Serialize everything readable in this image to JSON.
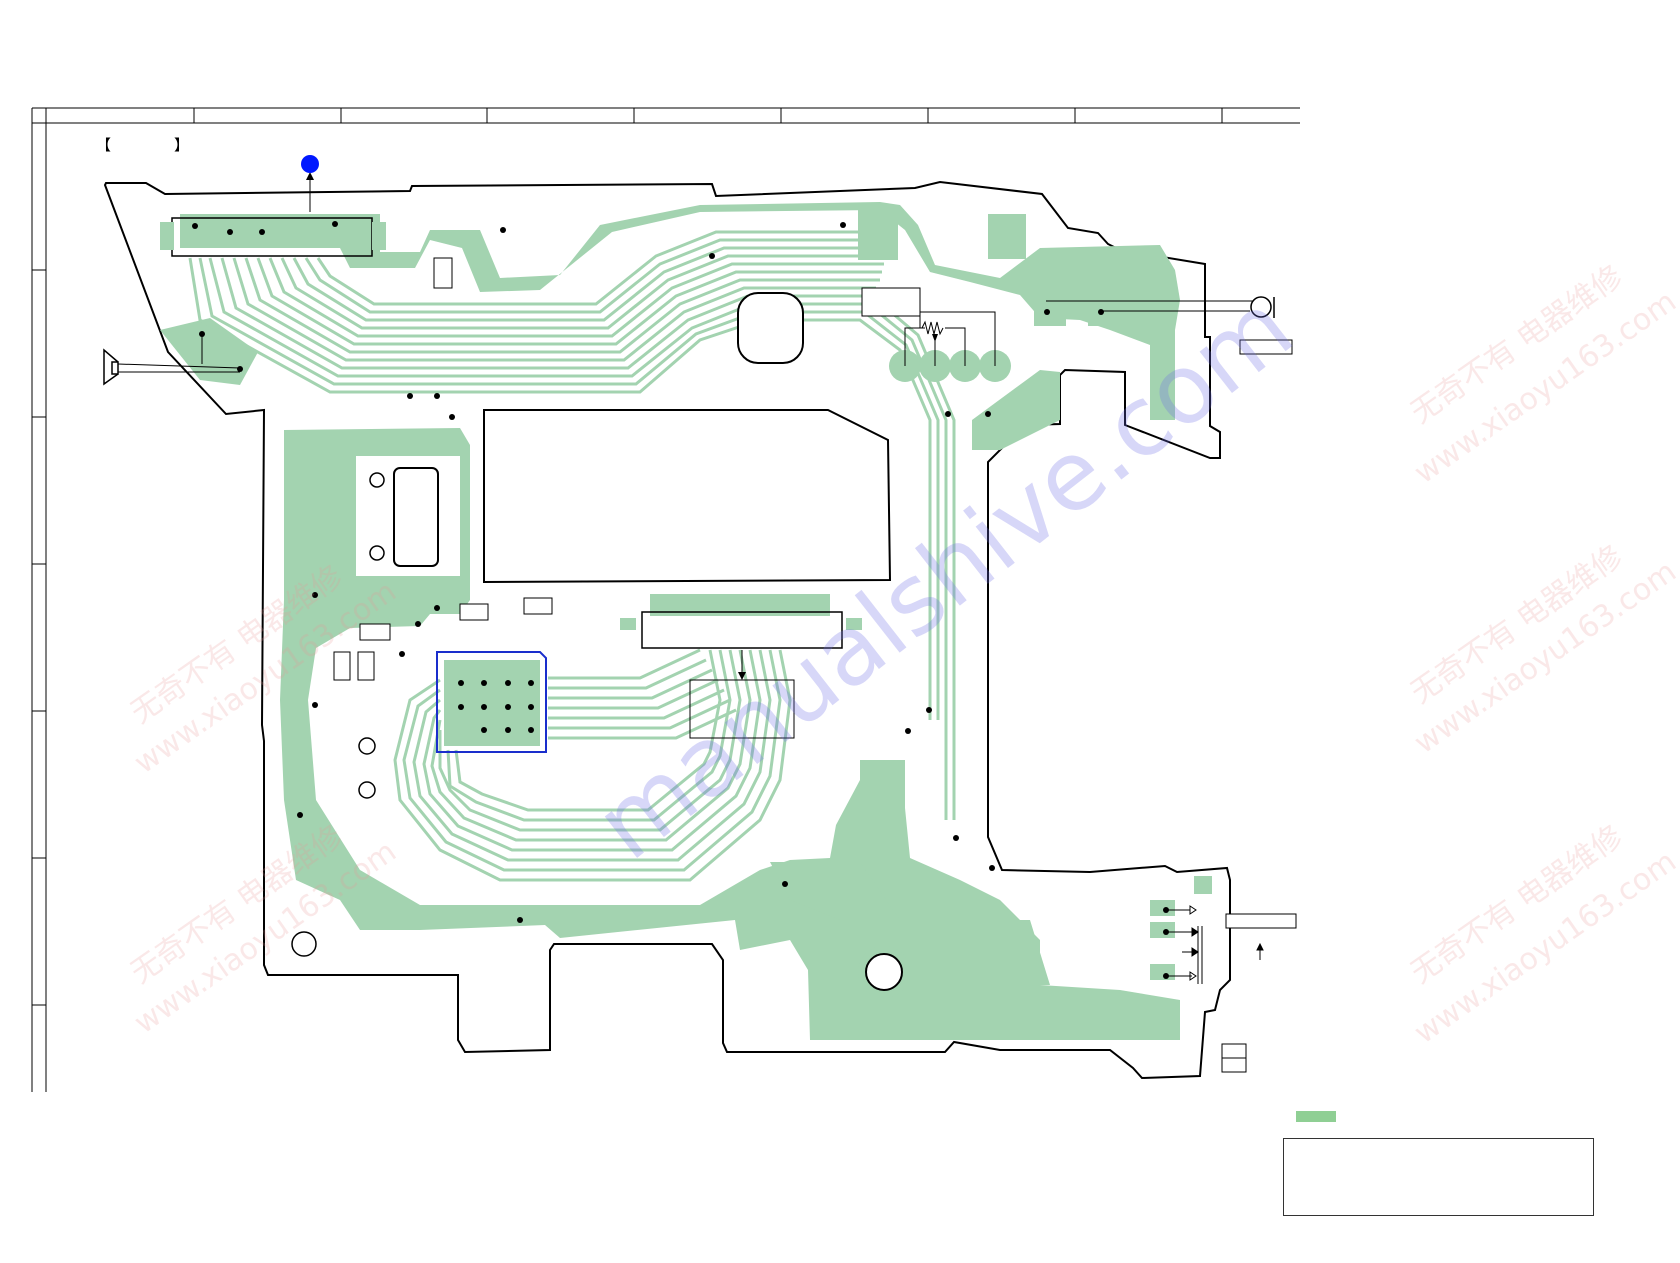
{
  "diagram": {
    "header_label_open": "【",
    "header_label_close": "】",
    "colors": {
      "copper": "#a3d3b0",
      "outline": "#000000",
      "marker_blue": "#0018ff",
      "ic_outline_blue": "#1a2ecc",
      "legend": "#8fcf94"
    },
    "icons": [
      "blue-dot-marker",
      "speaker-icon",
      "microphone-icon",
      "potentiometer-icon",
      "diode-icon"
    ]
  },
  "watermarks": {
    "main": "manualshive.com",
    "site": "www.xiaoyu163.com",
    "chinese": "无奇不有 电器维修"
  }
}
